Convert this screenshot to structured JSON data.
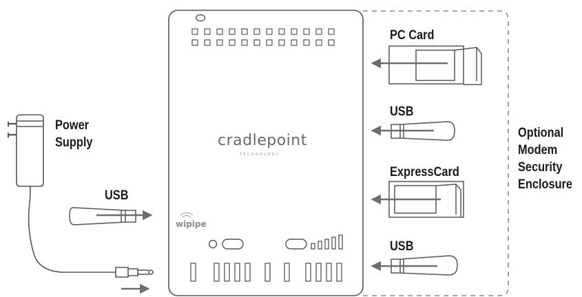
{
  "diagram": {
    "power_supply_label": [
      "Power",
      "Supply"
    ],
    "usb_left_label": "USB",
    "pc_card_label": "PC Card",
    "usb_top_right_label": "USB",
    "expresscard_label": "ExpressCard",
    "usb_bottom_right_label": "USB",
    "enclosure_label": [
      "Optional",
      "Modem",
      "Security",
      "Enclosure"
    ],
    "brand_logo": "cradlepoint",
    "brand_sub": "TECHNOLOGY",
    "wipipe_logo": "wipipe",
    "colors": {
      "outline": "#555555",
      "arrow": "#6d6d6d",
      "text": "#1a1a1a"
    }
  }
}
